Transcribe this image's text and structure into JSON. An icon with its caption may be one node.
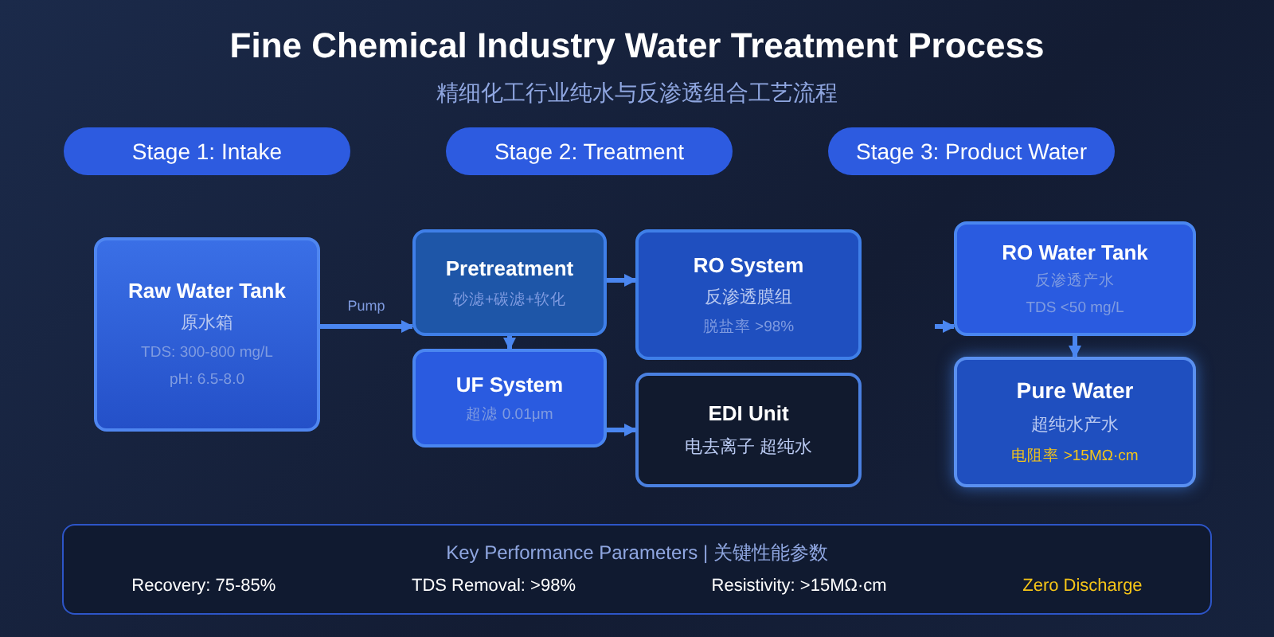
{
  "diagram": {
    "title": "Fine Chemical Industry Water Treatment Process",
    "caption": "精细化工行业纯水与反渗透组合工艺流程",
    "nodes": [
      {
        "text": [
          "Stage 1: Intake"
        ]
      },
      {
        "text": [
          "Stage 2: Treatment"
        ]
      },
      {
        "text": [
          "Stage 3: Product Water"
        ]
      },
      {
        "text": [
          "Raw Water Tank",
          "原水箱",
          "TDS: 300-800 mg/L",
          "pH: 6.5-8.0"
        ]
      },
      {
        "text": [
          "Pretreatment",
          "砂滤+碳滤+软化"
        ]
      },
      {
        "text": [
          "UF System",
          "超滤 0.01μm"
        ]
      },
      {
        "text": [
          "RO System",
          "反渗透膜组",
          "脱盐率 >98%"
        ]
      },
      {
        "text": [
          "EDI Unit",
          "电去离子 超纯水"
        ]
      },
      {
        "text": [
          "RO Water Tank",
          "反渗透产水",
          "TDS <50 mg/L"
        ]
      },
      {
        "text": [
          "Pure Water",
          "超纯水产水",
          "电阻率 >15MΩ·cm"
        ]
      },
      {
        "text": [
          "Key Performance Parameters | 关键性能参数",
          "Recovery: 75-85%",
          "TDS Removal: >98%",
          "Resistivity: >15MΩ·cm",
          "Zero Discharge"
        ]
      }
    ],
    "edges": [
      {
        "from": 3,
        "to": 4,
        "arrow": "to",
        "label": "Pump"
      },
      {
        "from": 4,
        "to": 5,
        "arrow": "to"
      },
      {
        "from": 4,
        "to": 6,
        "arrow": "to"
      },
      {
        "from": 5,
        "to": 7,
        "arrow": "to"
      },
      {
        "from": null,
        "to": 8,
        "arrow": "to"
      },
      {
        "from": 8,
        "to": 9,
        "arrow": "to"
      }
    ]
  }
}
